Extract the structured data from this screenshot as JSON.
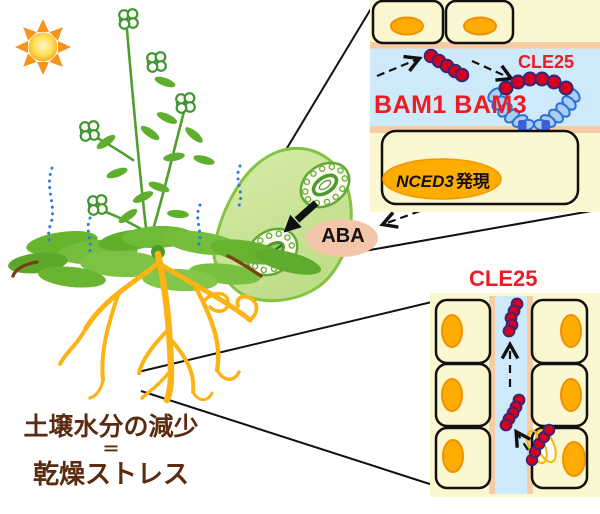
{
  "diagram": {
    "type": "plant-drought-stress-signaling-figure",
    "labels": {
      "cle25_leaf": "CLE25",
      "bam_receptors": "BAM1 BAM3",
      "nced3_gene": "NCED3",
      "nced3_expression_suffix": "発現",
      "aba": "ABA",
      "cle25_root": "CLE25"
    },
    "caption": {
      "line1": "土壌水分の減少",
      "line2": "＝",
      "line3": "乾燥ストレス"
    },
    "colors": {
      "label_red": "#ED1C24",
      "caption_brown": "#5A2B10",
      "inset_cell_fill": "#FBF7D0",
      "vascular_blue": "#CEE9F9",
      "membrane_peach": "#F7CBA4",
      "nucleus_orange": "#FFAD05",
      "nced3_ellipse_orange": "#FFAC00",
      "aba_ellipse_pink": "#F3C5A9",
      "peptide_bead_red": "#D6001C",
      "peptide_bead_outline": "#32277D",
      "receptor_fill": "#A9CFF2",
      "receptor_stroke": "#2E6FD9",
      "root_orange": "#FBB316",
      "leaf_green": "#6FBA36",
      "sun_orange": "#F7941D",
      "water_dot_blue": "#2E7BE0"
    },
    "icons": [
      "sun-icon",
      "arabidopsis-plant",
      "transpiration-dotted-lines",
      "root-system",
      "leaf-magnifier-blob",
      "open-stoma",
      "closed-stoma",
      "stoma-closure-arrow",
      "aba-ellipse",
      "leaf-vascular-inset",
      "cle25-peptide-chain",
      "bam-receptor",
      "nced3-expression-cell",
      "root-vascular-inset",
      "zoom-connector-lines"
    ]
  }
}
